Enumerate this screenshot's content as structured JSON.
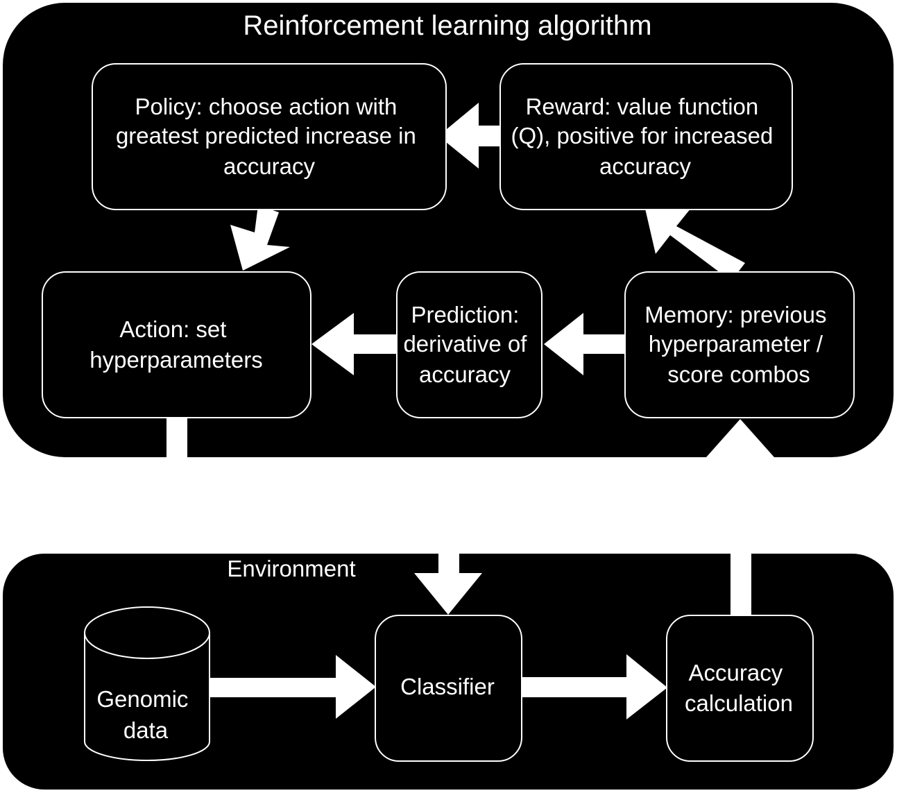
{
  "colors": {
    "panel": "#000000",
    "arrow": "#ffffff",
    "box_stroke": "#ffffff",
    "text": "#ffffff"
  },
  "rl_panel": {
    "title": "Reinforcement learning algorithm"
  },
  "environment_panel": {
    "title": "Environment"
  },
  "nodes": {
    "policy": {
      "lines": [
        "Policy: choose action with",
        "greatest predicted increase in",
        "accuracy"
      ]
    },
    "reward": {
      "lines": [
        "Reward: value function",
        "(Q), positive for increased",
        "accuracy"
      ]
    },
    "action": {
      "lines": [
        "Action: set",
        "hyperparameters"
      ]
    },
    "prediction": {
      "lines": [
        "Prediction:",
        "derivative of",
        "accuracy"
      ]
    },
    "memory": {
      "lines": [
        "Memory: previous",
        "hyperparameter /",
        "score combos"
      ]
    },
    "genomic_data": {
      "lines": [
        "Genomic",
        "data"
      ],
      "shape": "database-cylinder-icon"
    },
    "classifier": {
      "lines": [
        "Classifier"
      ]
    },
    "accuracy_calc": {
      "lines": [
        "Accuracy",
        "calculation"
      ]
    }
  },
  "edges": [
    {
      "from": "reward",
      "to": "policy"
    },
    {
      "from": "memory",
      "to": "reward"
    },
    {
      "from": "policy",
      "to": "action"
    },
    {
      "from": "memory",
      "to": "prediction"
    },
    {
      "from": "prediction",
      "to": "action"
    },
    {
      "from": "action",
      "to": "classifier"
    },
    {
      "from": "accuracy_calc",
      "to": "memory"
    },
    {
      "from": "genomic_data",
      "to": "classifier"
    },
    {
      "from": "classifier",
      "to": "accuracy_calc"
    }
  ]
}
